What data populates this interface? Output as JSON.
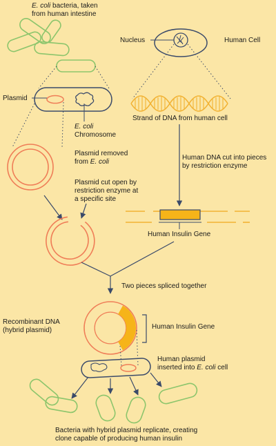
{
  "colors": {
    "background": "#fbe6a6",
    "bacteria_outline": "#8cc56c",
    "plasmid": "#ef7d57",
    "insulin_gene": "#f6b419",
    "dna_strand": "#f2b233",
    "line": "#3a4a6a"
  },
  "labels": {
    "ecoli_bacteria_taken": {
      "italic": "E. coli",
      "rest": " bacteria, taken",
      "line2": "from human intestine"
    },
    "nucleus": "Nucleus",
    "human_cell": "Human Cell",
    "plasmid": "Plasmid",
    "ecoli_chromosome": {
      "italic": "E. coli",
      "line2": "Chromosome"
    },
    "strand_dna": "Strand of DNA from human cell",
    "plasmid_removed": {
      "line1": "Plasmid removed",
      "prefix": "from ",
      "italic": "E. coli"
    },
    "human_dna_cut": {
      "line1": "Human DNA cut into pieces",
      "line2": "by restriction enzyme"
    },
    "plasmid_cut": {
      "line1": "Plasmid cut open by",
      "line2": "restriction enzyme at",
      "line3": "a specific site"
    },
    "human_insulin_gene_1": "Human Insulin Gene",
    "two_pieces": "Two pieces spliced together",
    "recombinant_dna": {
      "line1": "Recombinant DNA",
      "line2": "(hybrid plasmid)"
    },
    "human_insulin_gene_2": "Human Insulin Gene",
    "human_plasmid_inserted": {
      "line1": "Human plasmid",
      "prefix": "inserted into ",
      "italic": "E. coli",
      "suffix": " cell"
    },
    "bacteria_replicate": {
      "line1": "Bacteria with hybrid plasmid replicate, creating",
      "line2": "clone capable of producing human insulin"
    }
  }
}
